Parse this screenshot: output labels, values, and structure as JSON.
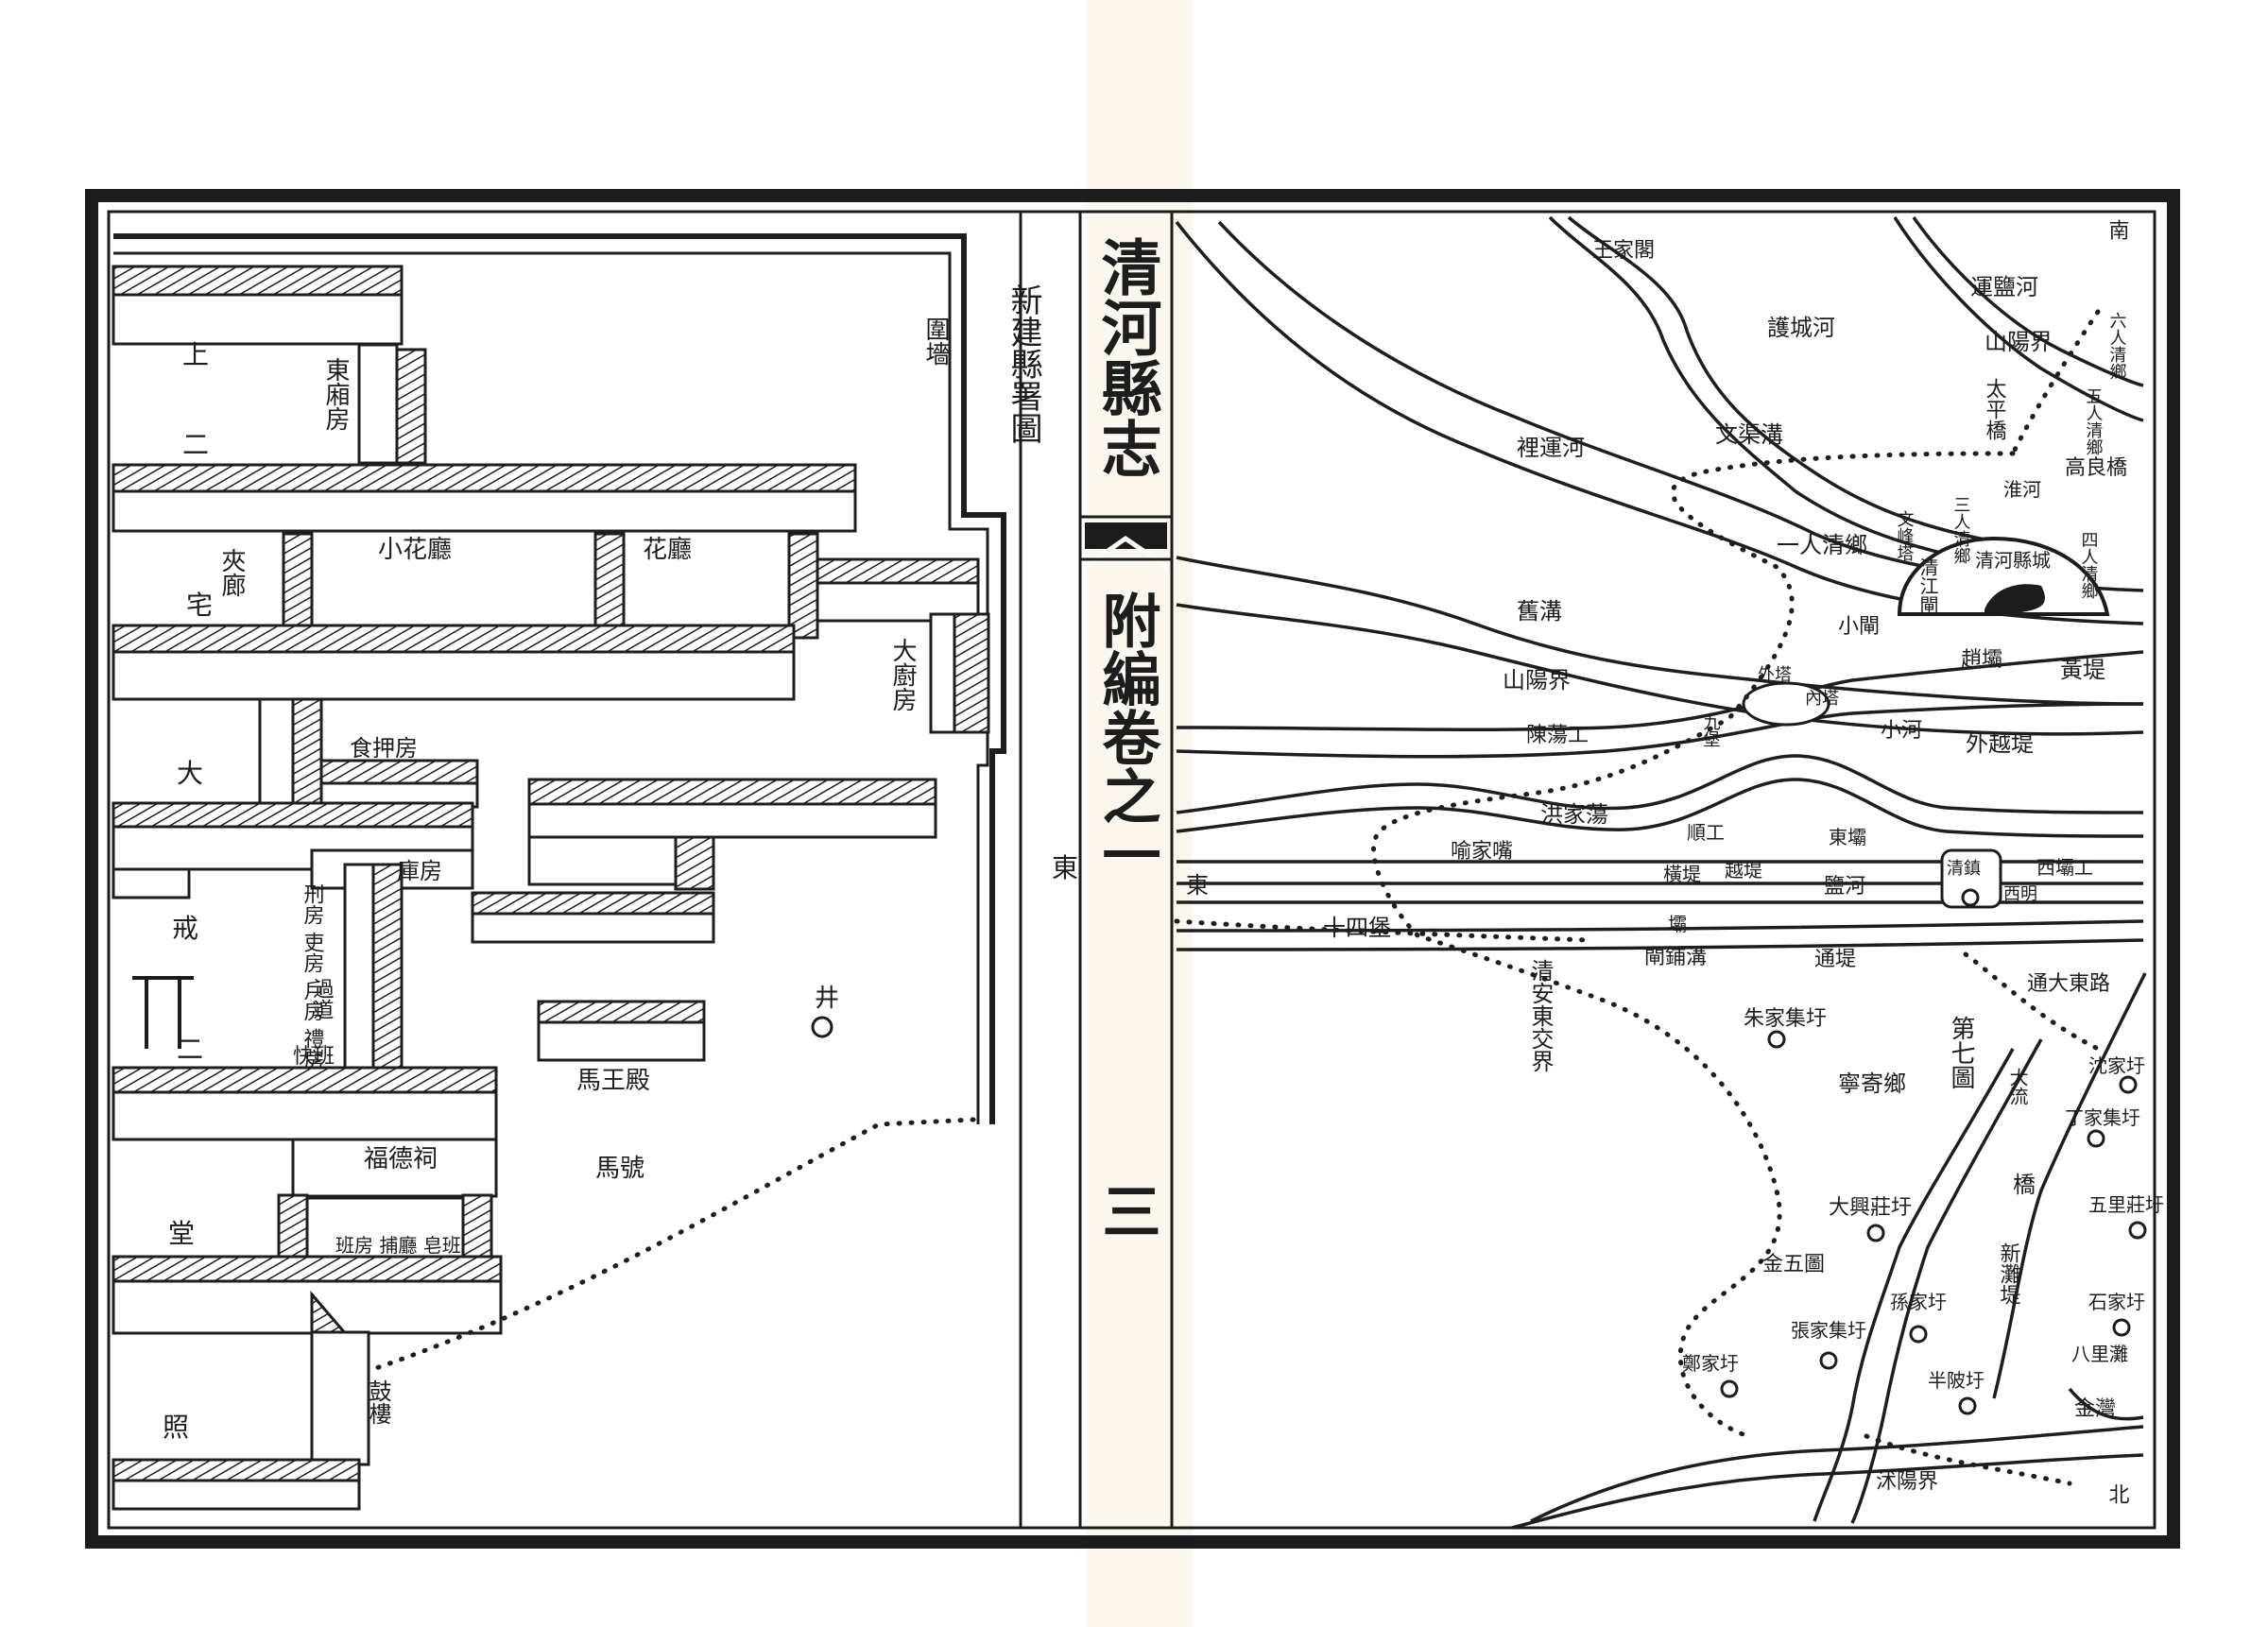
{
  "book": {
    "title": "清河縣志",
    "section": "附編卷之一",
    "page": "三"
  },
  "left_map": {
    "title": "新建縣署圖",
    "labels": {
      "wall": "圍墻",
      "east_rooms": "東廂房",
      "shang": "上",
      "er_top": "二",
      "corridor": "夾廊",
      "zhai": "宅",
      "small_hall": "小花廳",
      "flower_hall": "花廳",
      "kitchen": "大廚房",
      "da": "大",
      "food_room": "食押房",
      "room2": "庫房",
      "offices": "刑房 吏房 戶房 禮房",
      "passage": "過道",
      "kuaiban": "快班",
      "er_low": "二",
      "fuci": "福德祠",
      "shrine_hall": "馬王殿",
      "stable": "馬號",
      "well": "井",
      "tang": "堂",
      "prison_room": "班房 捕廳 皂班",
      "zhao": "照",
      "gate_tower": "鼓樓",
      "ji": "戒",
      "east": "東"
    }
  },
  "right_map": {
    "labels": {
      "south": "南",
      "north": "北",
      "east": "東",
      "wang_jia_ge": "王家閣",
      "yun_yan_he": "運鹽河",
      "hu_cheng_he": "護城河",
      "shanyang_jie_top": "山陽界",
      "six_qing": "六人清鄉",
      "wen_qu_gou": "文渠溝",
      "taiping_qiao": "太平橋",
      "li_yun_he": "裡運河",
      "gao_liang_qiao": "高良橋",
      "wuren_qing": "五人清鄉",
      "huaihe": "淮河",
      "three_qing": "三人清鄉",
      "wen_feng_ta": "文峰塔",
      "four_qing": "四人清鄉",
      "yi_qing_xiang": "一人清鄉",
      "qing_jiang_zha": "清江閘",
      "qinghe_city": "清河縣城",
      "xiao_zha": "小閘",
      "jiu_gou": "舊溝",
      "zhao_ba": "趙壩",
      "huang_ti": "黃堤",
      "wai_ta": "外塔",
      "nei_ta": "內塔",
      "shanyang_jie_mid": "山陽界",
      "xiao_he": "小河",
      "jiu_bao": "九堡",
      "wai_yue_ti": "外越堤",
      "chen_dang_gong": "陳蕩工",
      "hong_jia_dang": "洪家蕩",
      "yu_jia_zui": "喻家嘴",
      "gong_shun": "順工",
      "dong_ba": "東壩",
      "heng_ti": "橫堤",
      "yue_ti": "越堤",
      "yan_he": "鹽河",
      "qing_zhen": "清鎮",
      "xi_ba_gong": "西壩工",
      "xi_ming": "西明",
      "shisi_bao": "十四堡",
      "gou_ba": "壩",
      "gou_pu_zha": "閘鋪溝",
      "tong_ti": "通堤",
      "qing_an_jie": "清安東交界",
      "zhu_jia_ji": "朱家集圩",
      "da_dong_lu": "通大東路",
      "qi_xiang": "第七圖",
      "yi_ning_xiang": "寧寄鄉",
      "shen_jia": "沈家圩",
      "ding_jia_ji": "丁家集圩",
      "da_liu": "大流",
      "da_xing_zhuang": "大興莊圩",
      "qiao": "橋",
      "wu_li_zhuang": "五里莊圩",
      "jin_wu_tu": "金五圖",
      "xin_tan_ti": "新灘堤",
      "sun_jia": "孫家圩",
      "zhang_jia_ji": "張家集圩",
      "shi_jia": "石家圩",
      "ba_li_tan": "八里灘",
      "zheng_jia": "鄭家圩",
      "ban_yu": "半陂圩",
      "jin_wan": "金灣",
      "shu_yang_jie": "沭陽界"
    }
  }
}
